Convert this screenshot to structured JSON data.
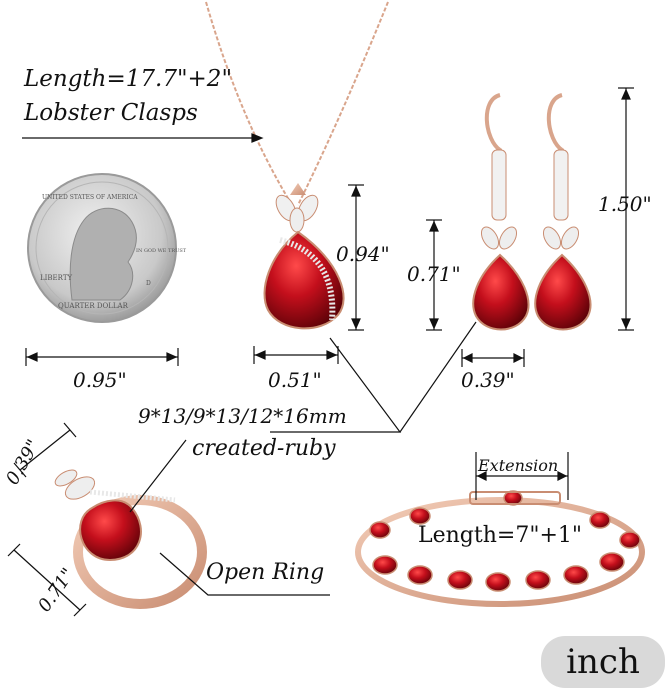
{
  "necklace": {
    "length_label": "Length=17.7\"+2\"",
    "clasp_label": "Lobster Clasps",
    "pendant_height": "0.94\"",
    "pendant_width": "0.51\""
  },
  "coin": {
    "diameter": "0.95\"",
    "top_text": "UNITED STATES OF AMERICA",
    "motto": "IN GOD WE TRUST",
    "liberty": "LIBERTY",
    "bottom_text": "QUARTER DOLLAR",
    "mint": "D"
  },
  "earrings": {
    "total_height": "1.50\"",
    "drop_height": "0.71\"",
    "width": "0.39\""
  },
  "stone": {
    "sizes": "9*13/9*13/12*16mm",
    "material": "created-ruby"
  },
  "ring": {
    "width": "0.39\"",
    "height": "0.71\"",
    "label": "Open Ring"
  },
  "bracelet": {
    "extension_label": "Extension",
    "length_label": "Length=7\"+1\""
  },
  "unit_badge": "inch",
  "colors": {
    "ruby": "#c40f1c",
    "rose_gold": "#e6b39a",
    "badge": "#d9d9d9"
  }
}
